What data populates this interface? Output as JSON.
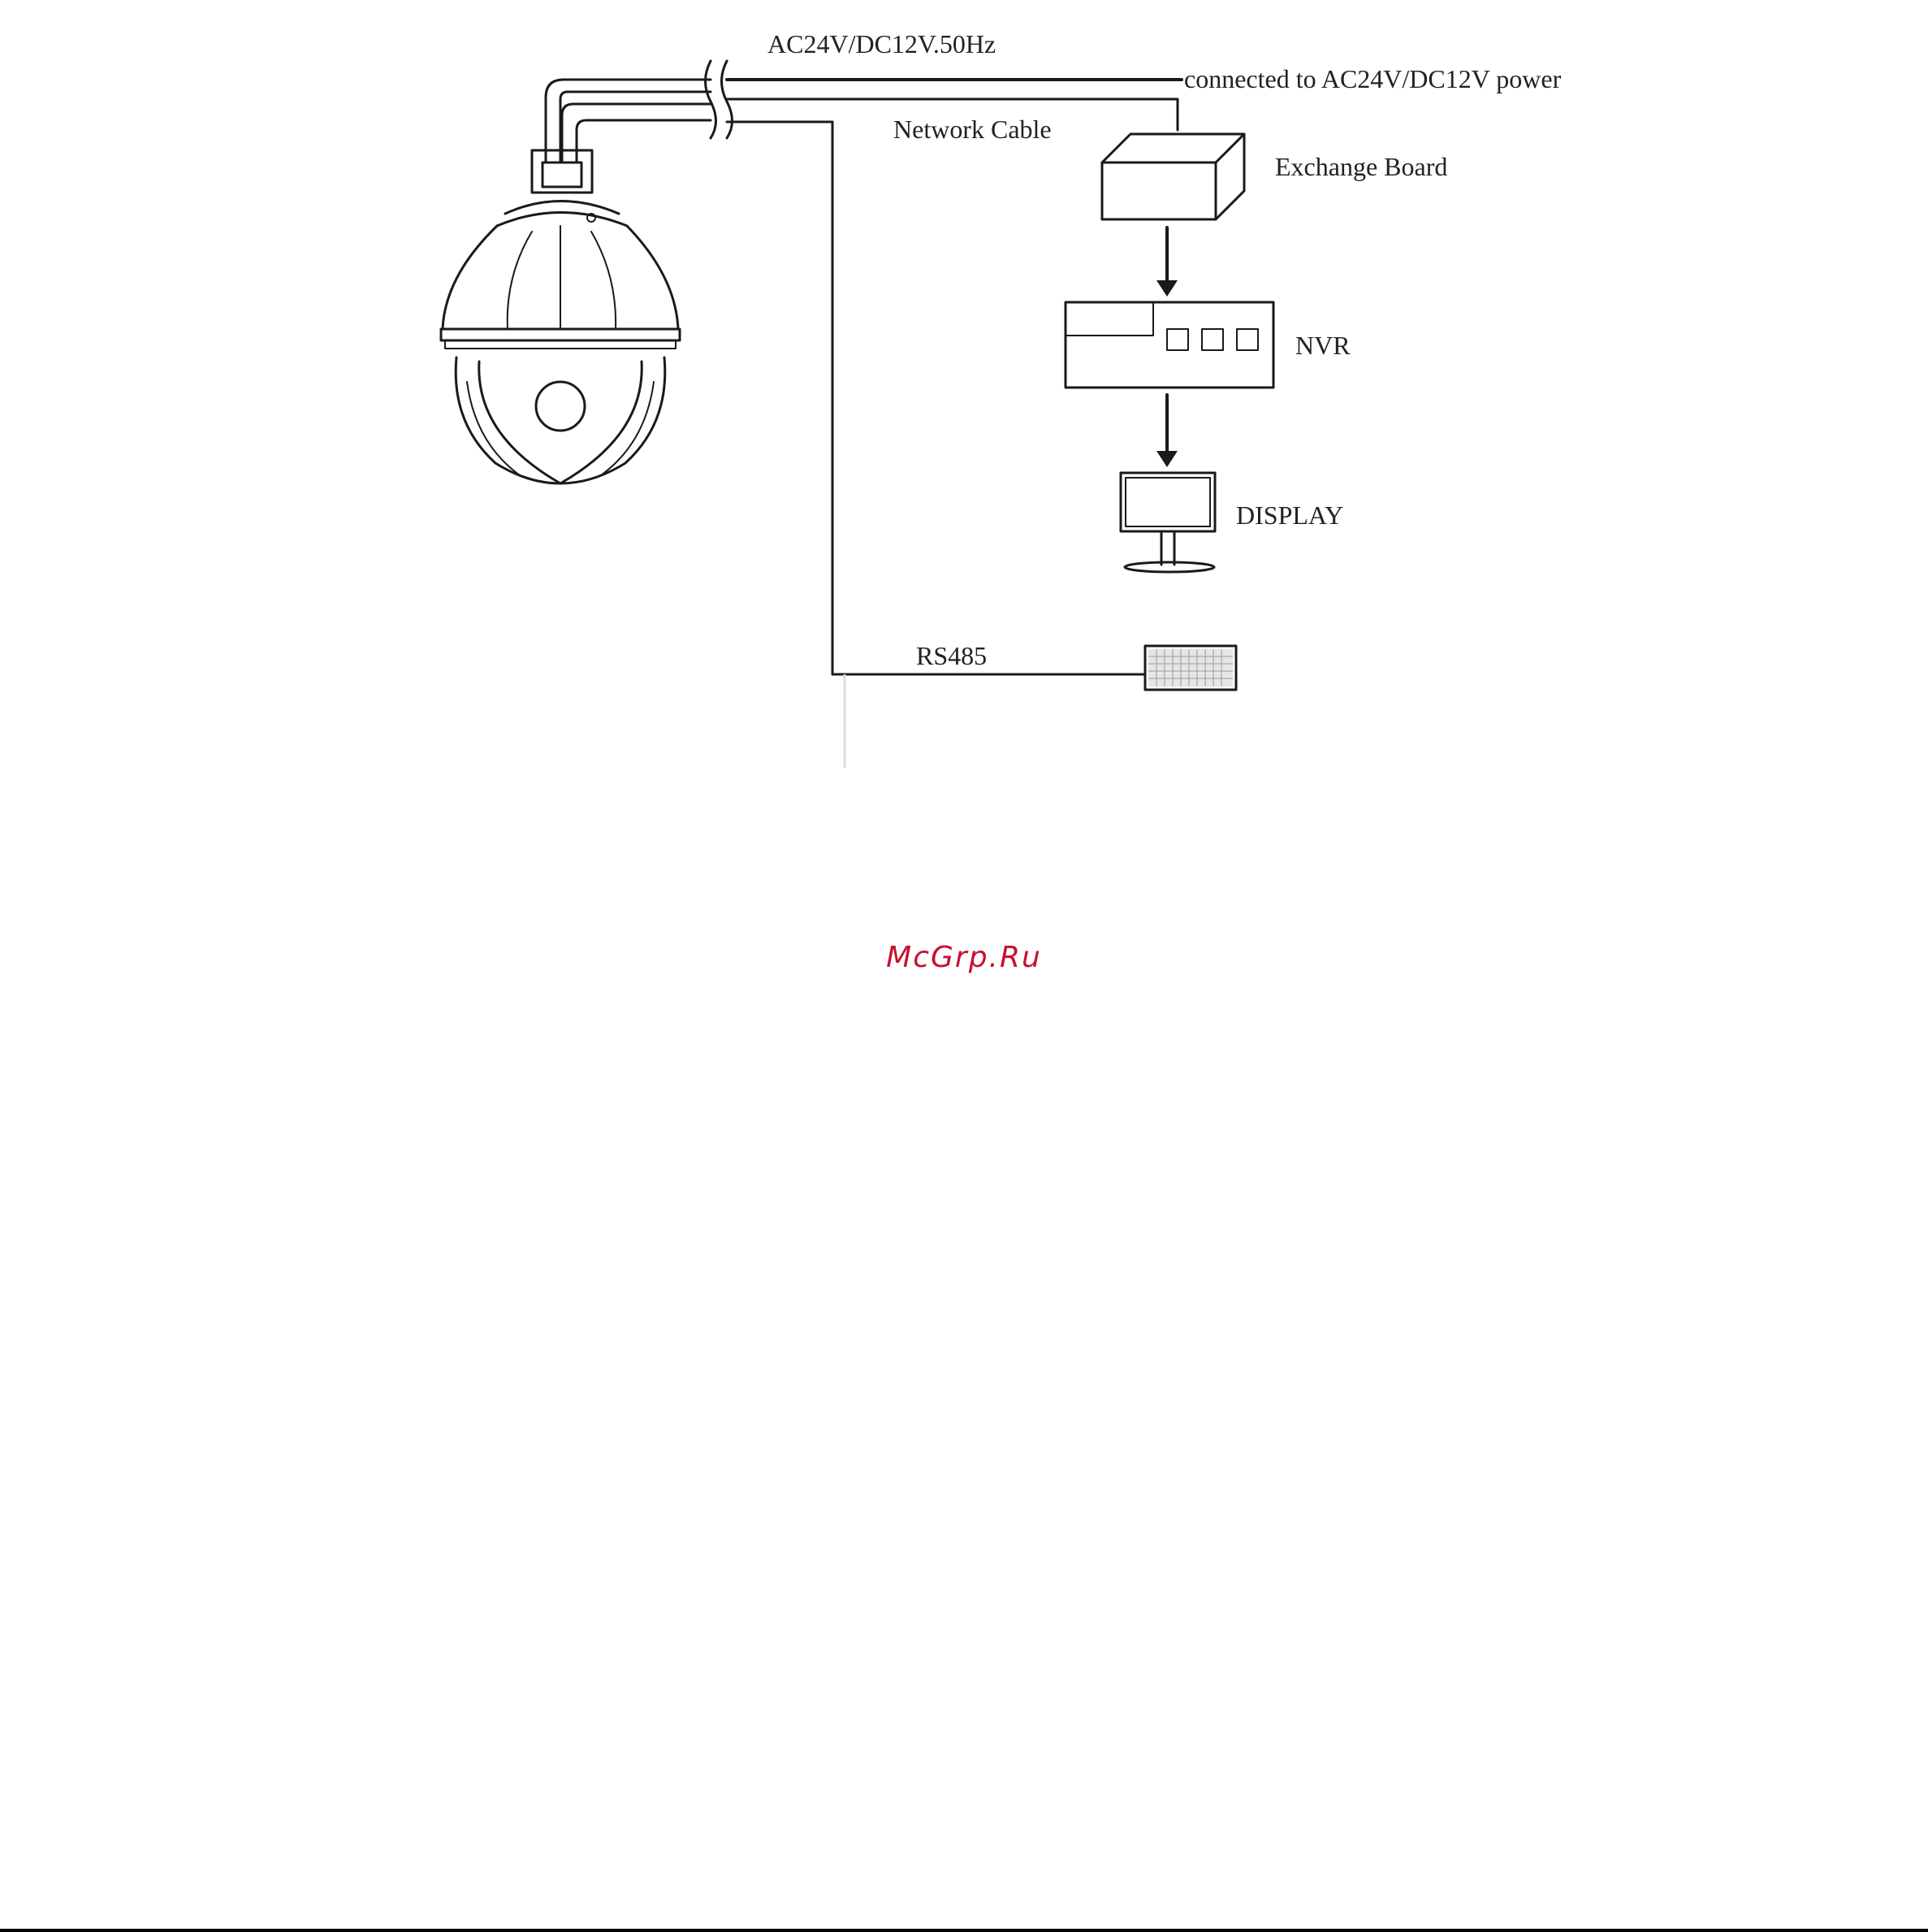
{
  "labels": {
    "power_spec": "AC24V/DC12V.50Hz",
    "power_source": "connected to AC24V/DC12V power",
    "network_cable": "Network Cable",
    "exchange_board": "Exchange Board",
    "nvr": "NVR",
    "display": "DISPLAY",
    "rs485": "RS485"
  },
  "watermark": "McGrp.Ru"
}
